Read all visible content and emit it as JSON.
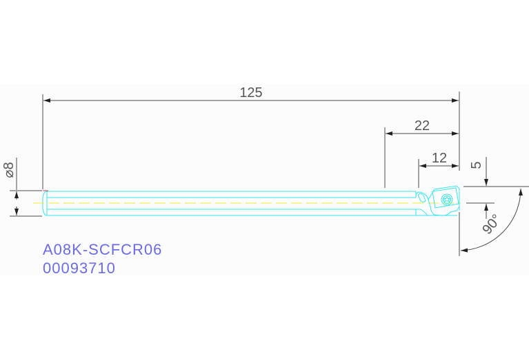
{
  "drawing": {
    "part_number": "A08K-SCFCR06",
    "item_code": "00093710",
    "dimensions": {
      "overall_length": "125",
      "head_length": "22",
      "insert_offset": "12",
      "tip_offset": "5",
      "shank_diameter": "⌀8",
      "approach_angle": "90°"
    },
    "colors": {
      "outline": "#35e6ee",
      "centerline": "#f0ec3a",
      "dimension": "#4a4a4a",
      "label": "#6b6bea",
      "background": "#fbfcfb"
    }
  }
}
